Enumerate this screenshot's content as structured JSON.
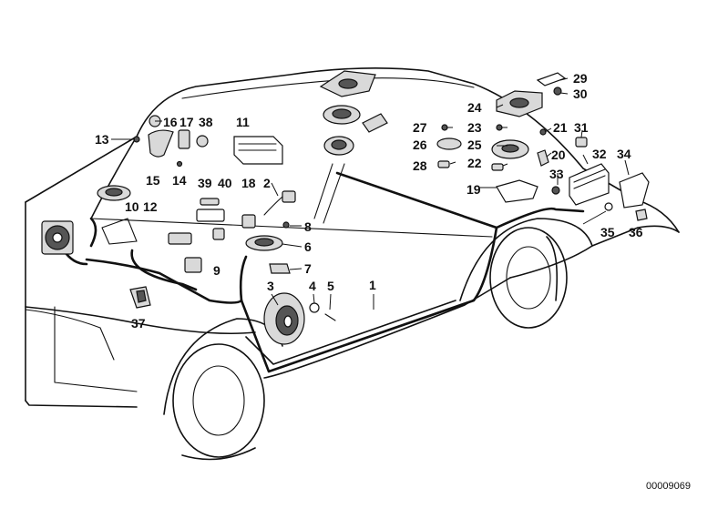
{
  "diagram": {
    "drawing_number": "00009069",
    "callouts": [
      {
        "id": "c1",
        "label": "1"
      },
      {
        "id": "c2",
        "label": "2"
      },
      {
        "id": "c3",
        "label": "3"
      },
      {
        "id": "c4",
        "label": "4"
      },
      {
        "id": "c5",
        "label": "5"
      },
      {
        "id": "c6",
        "label": "6"
      },
      {
        "id": "c7",
        "label": "7"
      },
      {
        "id": "c8",
        "label": "8"
      },
      {
        "id": "c9",
        "label": "9"
      },
      {
        "id": "c10",
        "label": "10"
      },
      {
        "id": "c11",
        "label": "11"
      },
      {
        "id": "c12",
        "label": "12"
      },
      {
        "id": "c13",
        "label": "13"
      },
      {
        "id": "c14",
        "label": "14"
      },
      {
        "id": "c15",
        "label": "15"
      },
      {
        "id": "c16",
        "label": "16"
      },
      {
        "id": "c17",
        "label": "17"
      },
      {
        "id": "c18",
        "label": "18"
      },
      {
        "id": "c19",
        "label": "19"
      },
      {
        "id": "c20",
        "label": "20"
      },
      {
        "id": "c21",
        "label": "21"
      },
      {
        "id": "c22",
        "label": "22"
      },
      {
        "id": "c23",
        "label": "23"
      },
      {
        "id": "c24",
        "label": "24"
      },
      {
        "id": "c25",
        "label": "25"
      },
      {
        "id": "c26",
        "label": "26"
      },
      {
        "id": "c27",
        "label": "27"
      },
      {
        "id": "c28",
        "label": "28"
      },
      {
        "id": "c29",
        "label": "29"
      },
      {
        "id": "c30",
        "label": "30"
      },
      {
        "id": "c31",
        "label": "31"
      },
      {
        "id": "c32",
        "label": "32"
      },
      {
        "id": "c33",
        "label": "33"
      },
      {
        "id": "c34",
        "label": "34"
      },
      {
        "id": "c35",
        "label": "35"
      },
      {
        "id": "c36",
        "label": "36"
      },
      {
        "id": "c37",
        "label": "37"
      },
      {
        "id": "c38",
        "label": "38"
      },
      {
        "id": "c39",
        "label": "39"
      },
      {
        "id": "c40",
        "label": "40"
      }
    ]
  }
}
